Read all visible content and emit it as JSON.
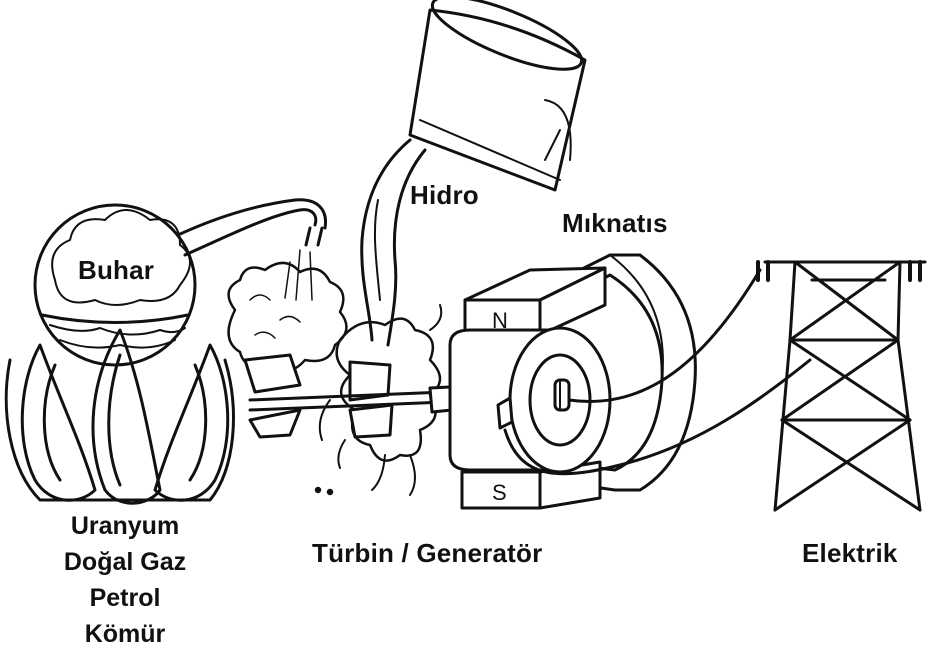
{
  "labels": {
    "hidro": "Hidro",
    "miknatis": "Mıknatıs",
    "buhar": "Buhar",
    "turbin_generator": "Türbin / Generatör",
    "elektrik": "Elektrik",
    "pole_n": "N",
    "pole_s": "S"
  },
  "fuels": [
    "Uranyum",
    "Doğal Gaz",
    "Petrol",
    "Kömür"
  ]
}
